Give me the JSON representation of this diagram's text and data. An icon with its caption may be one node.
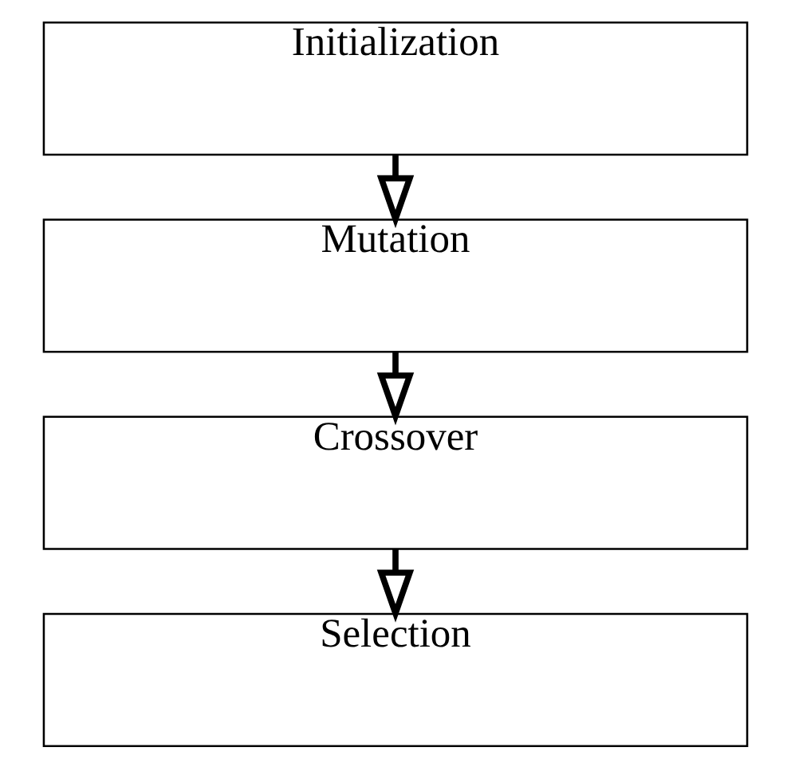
{
  "diagram": {
    "nodes": [
      {
        "text": [
          "Initialization"
        ]
      },
      {
        "text": [
          "Mutation"
        ]
      },
      {
        "text": [
          "Crossover"
        ]
      },
      {
        "text": [
          "Selection"
        ]
      }
    ],
    "edges": [
      {
        "from": 0,
        "to": 1,
        "arrow": "to"
      },
      {
        "from": 1,
        "to": 2,
        "arrow": "to"
      },
      {
        "from": 2,
        "to": 3,
        "arrow": "to"
      }
    ]
  }
}
